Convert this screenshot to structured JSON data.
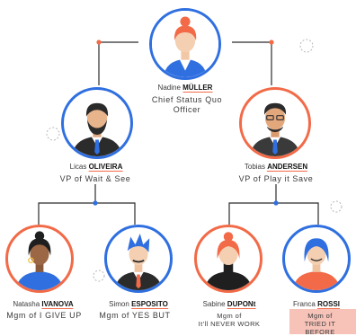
{
  "colors": {
    "orange": "#f26a47",
    "blue": "#2f6fe0",
    "line": "#2b2b2b"
  },
  "ceo": {
    "first": "Nadine",
    "last": "MÜLLER",
    "role_line1": "Chief Status Quo",
    "role_line2": "Officer"
  },
  "left_manager": {
    "first": "Licas",
    "last": "OLIVEIRA",
    "role": "VP of Wait & See"
  },
  "right_manager": {
    "first": "Tobias",
    "last": "ANDERSEN",
    "role": "VP of Play it Save"
  },
  "reports": [
    {
      "first": "Natasha",
      "last": "IVANOVA",
      "role": "Mgm of I GIVE UP"
    },
    {
      "first": "Simon",
      "last": "ESPOSITO",
      "role": "Mgm of YES BUT"
    },
    {
      "first": "Sabine",
      "last": "DUPONt",
      "role_line1": "Mgm of",
      "role_line2": "It'll NEVER WORK"
    },
    {
      "first": "Franca",
      "last": "ROSSI",
      "role_line1": "Mgm of",
      "role_line2": "TRIED IT BEFORE"
    }
  ]
}
